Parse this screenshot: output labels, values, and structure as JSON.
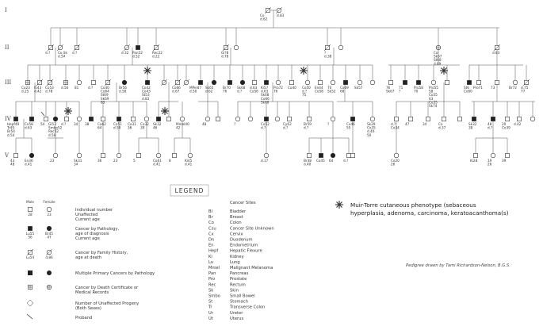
{
  "generations": [
    "I",
    "II",
    "III",
    "IV",
    "V"
  ],
  "legend": {
    "title": "LEGEND",
    "male_header": "Male",
    "female_header": "Female",
    "rows": [
      {
        "label": "Individual number\nUnaffected\nCurrent age",
        "male_num": "28",
        "female_num": "23"
      },
      {
        "label": "Cancer by Pathology,\nage of diagnosis\nCurrent age",
        "male_num": "Lu55\n56",
        "female_num": "Br45\n47"
      },
      {
        "label": "Cancer by Family History,\nage at death",
        "male_num": "Lu54",
        "female_num": "d.86"
      },
      {
        "label": "Multiple Primary Cancers by Pathology"
      },
      {
        "label": "Cancer by Death Certificate or\nMedical Records"
      },
      {
        "label": "Number of Unaffected Progeny\n(Both Sexes)"
      },
      {
        "label": "Proband"
      }
    ]
  },
  "cancer_sites": {
    "title": "Cancer Sites",
    "items": [
      {
        "code": "Bl",
        "name": "Bladder"
      },
      {
        "code": "Br",
        "name": "Breast"
      },
      {
        "code": "Co",
        "name": "Colon"
      },
      {
        "code": "Csu",
        "name": "Cancer Site Unknown"
      },
      {
        "code": "Cx",
        "name": "Cervix"
      },
      {
        "code": "Dn",
        "name": "Duodenum"
      },
      {
        "code": "En",
        "name": "Endometrium"
      },
      {
        "code": "Hepf",
        "name": "Hepatic Flexure"
      },
      {
        "code": "Ki",
        "name": "Kidney"
      },
      {
        "code": "Lu",
        "name": "Lung"
      },
      {
        "code": "Mmel",
        "name": "Malignant Melanoma"
      },
      {
        "code": "Pan",
        "name": "Pancreas"
      },
      {
        "code": "Pro",
        "name": "Prostate"
      },
      {
        "code": "Rec",
        "name": "Rectum"
      },
      {
        "code": "Sk",
        "name": "Skin"
      },
      {
        "code": "Smbo",
        "name": "Small Bowel"
      },
      {
        "code": "St",
        "name": "Stomach"
      },
      {
        "code": "Tr",
        "name": "Transverse Colon"
      },
      {
        "code": "Ur",
        "name": "Ureter"
      },
      {
        "code": "Ut",
        "name": "Uterus"
      }
    ]
  },
  "muir_torre": "Muir-Torre cutaneous phenotype (sebaceous\nhyperplasia, adenoma, carcinoma, keratoacanthoma(s)",
  "credit": "Pedigree drawn by Tami Richardson-Nelson, B.G.S.",
  "pedigree_labels": {
    "g1": [
      "Co",
      "d.62",
      "d.83"
    ],
    "g2": [
      "d.?",
      "Co,Sk",
      "d.54",
      "d.?",
      "d.32",
      "Pan52",
      "d.52",
      "Rec22",
      "d.22",
      "Gi?8",
      "d.78",
      "?",
      "d.38",
      "Co",
      "Sk67",
      "St68",
      "d.69",
      "d.83"
    ],
    "g3": [
      "Co23",
      "d.25",
      "Ki43",
      "d.42",
      "Co53",
      "d.78",
      "d.56",
      "81",
      "d.?",
      "Co40",
      "Co64",
      "St69",
      "Sk69",
      "83",
      "Br56",
      "d.58",
      "Co42",
      "Co43",
      "St53",
      "d.83",
      "Co66",
      "d.67",
      "MPel47",
      "d.50",
      "Sk65",
      "d.62",
      "Br70",
      "76",
      "Sk68",
      "d.?",
      "d.63",
      "Co56",
      "Ki57",
      "d.63",
      "Sk68",
      "Co66",
      "Sk68",
      "Pro72",
      "76",
      "Co40",
      "Co50",
      "d.?",
      "75",
      "En44",
      "Co58",
      "70",
      "Sk52",
      "Co69",
      "68",
      "Sk57",
      "76",
      "Sk67",
      "71",
      "?",
      "Pro58",
      "70",
      "Pro55",
      "58",
      "Co55",
      "63",
      "Co35",
      "Sk74",
      "St6",
      "Co60",
      "Pro71",
      "73",
      "Br72",
      "d.75",
      "77",
      "d.?",
      "d.?",
      "?",
      "84"
    ],
    "g4": [
      "Hepf49",
      "Tr49",
      "Br54",
      "d.54",
      "Co58",
      "d.63",
      "54",
      "Gi53",
      "Smbo52",
      "Rec52",
      "d.58",
      "d.?",
      "34",
      "38",
      "Co62",
      "64",
      "Co51",
      "d.58",
      "Co31",
      "36",
      "Co32",
      "39",
      "Sk32",
      "46",
      "Mmel40",
      "42",
      "48",
      "?",
      "Co52",
      "d.?",
      "Cy62",
      "d.?",
      "Br59",
      "d.?",
      "?",
      "Co46",
      "55",
      "Sk29",
      "Co35",
      "d.40",
      "50",
      "d.?",
      "Co34",
      "47",
      "34",
      "Co",
      "d.37",
      "Sk32",
      "38",
      "48",
      "d.?",
      "20",
      "Co39",
      "d.42"
    ],
    "g5": [
      "43",
      "48",
      "En36",
      "d.41",
      "23",
      "Sk31",
      "34",
      "36",
      "23",
      "5",
      "Co61",
      "d.41",
      "8",
      "Ki45",
      "d.41",
      "d.17",
      "Br38",
      "d.40",
      "Co45",
      "64",
      "d.?",
      "Co20",
      "26",
      "Ki28",
      "19",
      "26",
      "39"
    ]
  }
}
